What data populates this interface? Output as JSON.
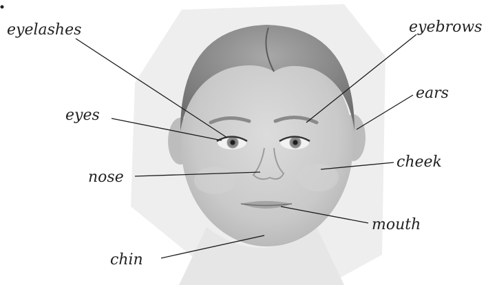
{
  "labels": {
    "eyelashes": "eyelashes",
    "eyebrows": "eyebrows",
    "ears": "ears",
    "eyes": "eyes",
    "nose": "nose",
    "cheek": "cheek",
    "mouth": "mouth",
    "chin": "chin"
  },
  "colors": {
    "background": "#ffffff",
    "text": "#222222",
    "leader_line": "#1a1a1a",
    "photo_backdrop": "#eeeeee"
  }
}
